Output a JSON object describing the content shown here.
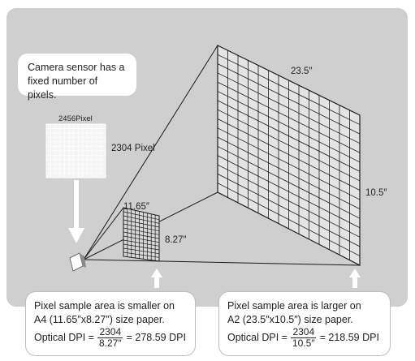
{
  "sensor_callout": {
    "text": "Camera sensor has a fixed number of pixels."
  },
  "sensor_grid": {
    "width_label": "2456Pixel",
    "height_label": "2304 Pixel"
  },
  "a4_plane": {
    "width_label": "11.65″",
    "height_label": "8.27″"
  },
  "a2_plane": {
    "width_label": "23.5″",
    "height_label": "10.5″"
  },
  "left_callout": {
    "line1": "Pixel sample area is smaller on",
    "line2": "A4 (11.65″x8.27″) size paper.",
    "dpi_prefix": "Optical DPI =",
    "numerator": "2304",
    "denominator": "8.27″",
    "result": "= 278.59 DPI"
  },
  "right_callout": {
    "line1": "Pixel sample area is larger on",
    "line2": "A2 (23.5″x10.5″) size paper.",
    "dpi_prefix": "Optical DPI =",
    "numerator": "2304",
    "denominator": "10.5″",
    "result": "= 218.59 DPI"
  },
  "colors": {
    "panel": "#cfcfcf",
    "grid_lines": "#1a1a1a",
    "arrows": "#ffffff"
  }
}
